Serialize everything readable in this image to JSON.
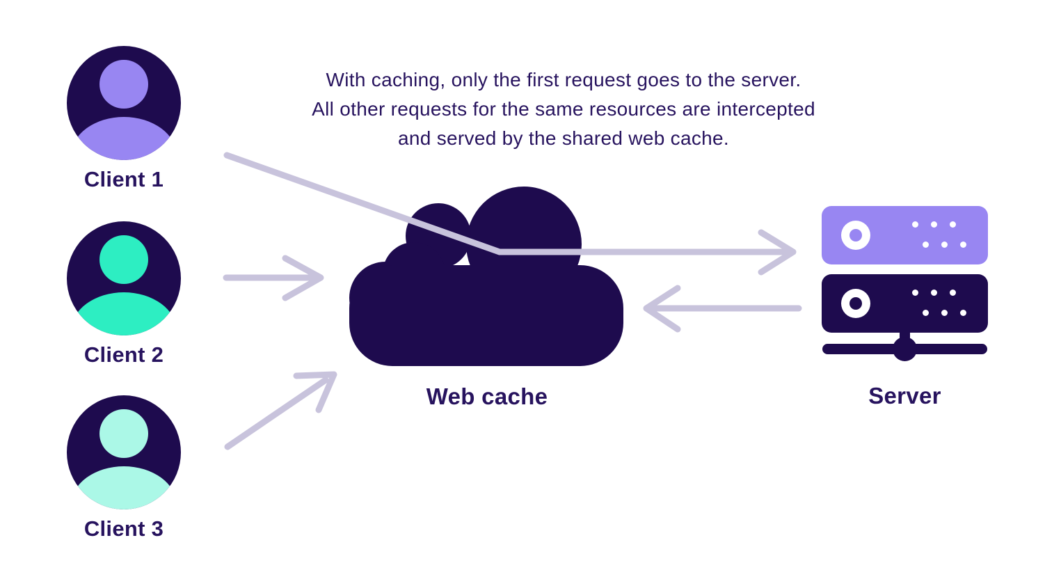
{
  "colors": {
    "background": "#ffffff",
    "navy": "#1e0b4e",
    "purple": "#9886f2",
    "teal": "#2deec2",
    "mint": "#abf8e7",
    "arrow": "#c8c3dc",
    "ink": "#27135e"
  },
  "caption": {
    "lines": [
      "With caching, only the first request goes to the server.",
      "All other requests for the same resources are intercepted",
      "and served by the shared web cache."
    ]
  },
  "clients": [
    {
      "label": "Client 1",
      "color": "#9886f2",
      "icon": "person-icon"
    },
    {
      "label": "Client 2",
      "color": "#2deec2",
      "icon": "person-icon"
    },
    {
      "label": "Client 3",
      "color": "#abf8e7",
      "icon": "person-icon"
    }
  ],
  "web_cache": {
    "label": "Web cache",
    "icon": "cloud-icon"
  },
  "server": {
    "label": "Server",
    "icon": "server-rack-icon"
  },
  "arrows": {
    "client1_to_server": "first request over the cache to server",
    "client2_to_cache": "request intercepted by cache",
    "client3_to_cache": "request intercepted by cache",
    "server_to_cache": "response from server to cache"
  }
}
